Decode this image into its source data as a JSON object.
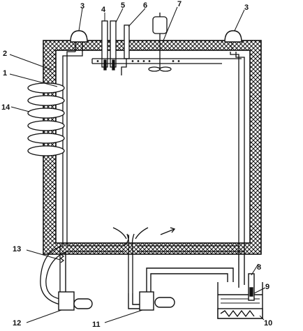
{
  "labels": {
    "l1": "1",
    "l2": "2",
    "l3a": "3",
    "l3b": "3",
    "l4": "4",
    "l5": "5",
    "l6": "6",
    "l7": "7",
    "l8": "8",
    "l9": "9",
    "l10": "10",
    "l11": "11",
    "l12": "12",
    "l13": "13",
    "l14": "14"
  },
  "colors": {
    "ink": "#111111",
    "paper": "#ffffff"
  }
}
